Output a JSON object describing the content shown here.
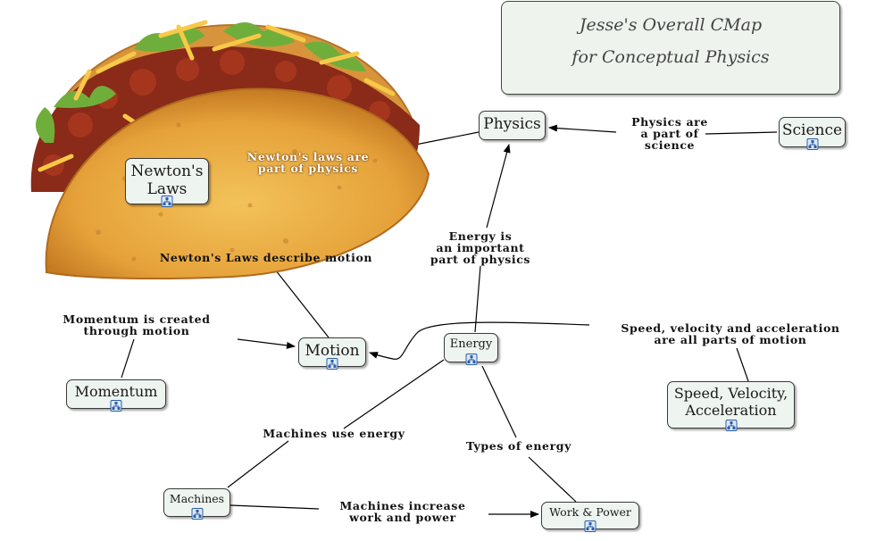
{
  "title": "Jesse's Overall CMap\nfor Conceptual Physics",
  "nodes": {
    "physics": "Physics",
    "science": "Science",
    "newtons_laws": "Newton's\nLaws",
    "motion": "Motion",
    "energy": "Energy",
    "momentum": "Momentum",
    "speed": "Speed, Velocity,\nAcceleration",
    "machines": "Machines",
    "work_power": "Work & Power"
  },
  "links": {
    "physics_part_of_science": "Physics are\na part of\nscience",
    "newtons_part_of_physics": "Newton's laws are\npart of physics",
    "energy_important": "Energy is\nan important\npart of physics",
    "newtons_describe_motion": "Newton's Laws describe motion",
    "momentum_created": "Momentum is created\nthrough motion",
    "speed_parts_of_motion": "Speed, velocity and acceleration\nare all parts of motion",
    "machines_use_energy": "Machines use energy",
    "types_of_energy": "Types of energy",
    "machines_increase": "Machines increase\nwork and power"
  },
  "icons": {
    "node_resource": "cmap-hierarchy-icon",
    "decoration": "taco-image"
  },
  "colors": {
    "node_fill": "#eef4ef",
    "node_border": "#3a3a3a",
    "icon_blue": "#2a5ea8",
    "taco_shell": "#e8a33a"
  }
}
